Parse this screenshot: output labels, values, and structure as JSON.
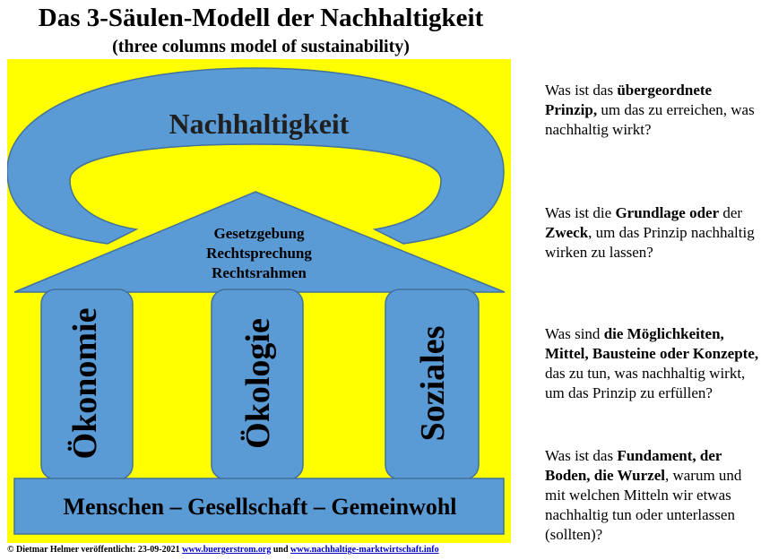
{
  "title": "Das 3-Säulen-Modell der Nachhaltigkeit",
  "subtitle": "(three columns model of sustainability)",
  "diagram": {
    "arch_label": "Nachhaltigkeit",
    "roof_lines": [
      "Gesetzgebung",
      "Rechtsprechung",
      "Rechtsrahmen"
    ],
    "pillars": [
      "Ökonomie",
      "Ökologie",
      "Soziales"
    ],
    "foundation": "Menschen – Gesellschaft – Gemeinwohl",
    "colors": {
      "background": "#ffff00",
      "shape_fill": "#5b9bd5",
      "shape_stroke": "#41719c"
    }
  },
  "footer": {
    "prefix": "© Dietmar Helmer veröffentlicht: 23-09-2021 ",
    "link1": "www.buergerstrom.org",
    "middle": " und ",
    "link2": "www.nachhaltige-marktwirtschaft.info"
  },
  "questions": [
    {
      "parts": [
        {
          "t": "Was ist das ",
          "b": false
        },
        {
          "t": "übergeordnete Prinzip,",
          "b": true
        },
        {
          "t": " um das zu erreichen, was nachhaltig wirkt?",
          "b": false
        }
      ]
    },
    {
      "parts": [
        {
          "t": "Was ist die ",
          "b": false
        },
        {
          "t": "Grundlage oder",
          "b": true
        },
        {
          "t": " der ",
          "b": false
        },
        {
          "t": "Zweck",
          "b": true
        },
        {
          "t": ", um das Prinzip nachhaltig wirken zu lassen?",
          "b": false
        }
      ]
    },
    {
      "parts": [
        {
          "t": "Was sind ",
          "b": false
        },
        {
          "t": "die Möglichkeiten, Mittel, Bausteine oder Konzepte,",
          "b": true
        },
        {
          "t": " das zu tun, was nachhaltig wirkt, um das Prinzip zu erfüllen?",
          "b": false
        }
      ]
    },
    {
      "parts": [
        {
          "t": "Was ist das ",
          "b": false
        },
        {
          "t": "Fundament, der Boden, die Wurzel",
          "b": true
        },
        {
          "t": ", warum und mit welchen Mitteln wir etwas nachhaltig tun oder unterlassen (sollten)?",
          "b": false
        }
      ]
    }
  ]
}
